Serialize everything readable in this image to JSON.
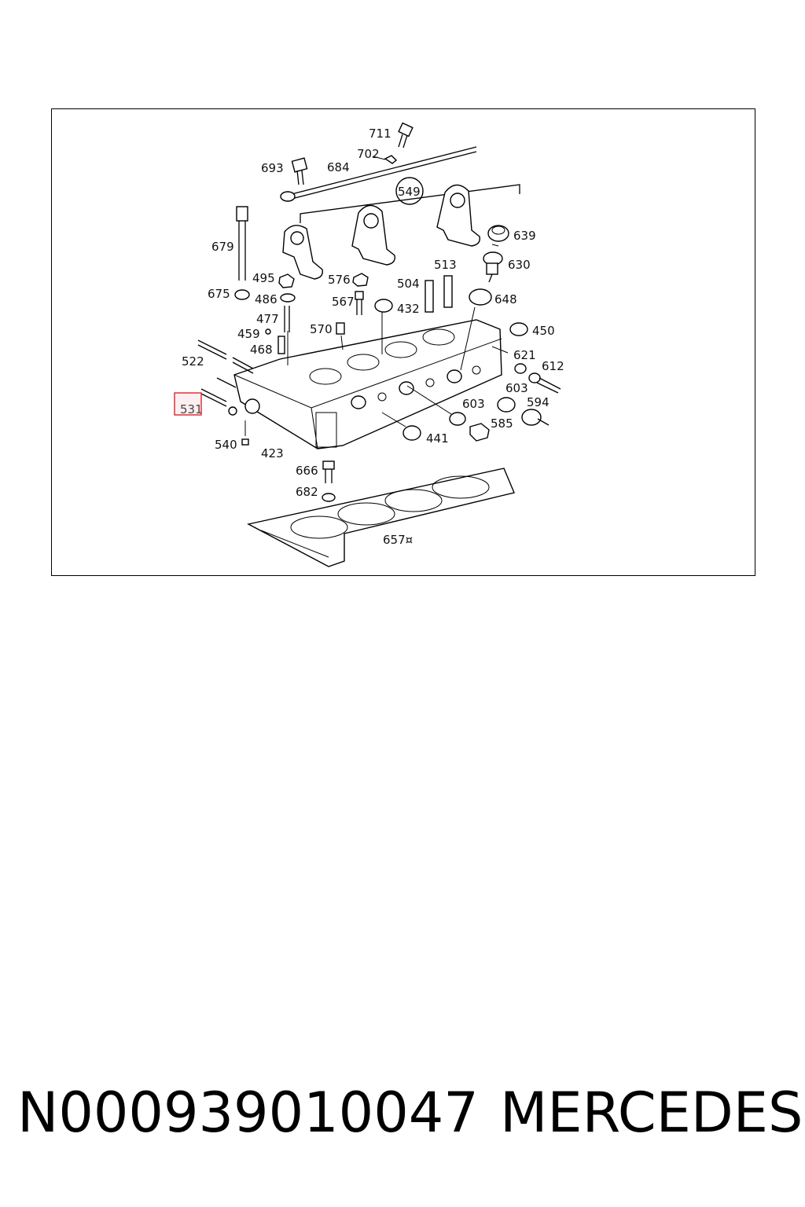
{
  "caption": {
    "part_number": "N000939010047",
    "brand": "MERCEDES"
  },
  "diagram": {
    "highlighted_label": "531",
    "highlight_color": "#e0303a",
    "labels": [
      "711",
      "702",
      "693",
      "684",
      "549",
      "679",
      "639",
      "630",
      "513",
      "495",
      "576",
      "504",
      "675",
      "486",
      "567",
      "432",
      "648",
      "477",
      "570",
      "459",
      "450",
      "468",
      "522",
      "621",
      "612",
      "603",
      "594",
      "531",
      "603",
      "585",
      "441",
      "540",
      "423",
      "666",
      "682",
      "657¤"
    ]
  }
}
